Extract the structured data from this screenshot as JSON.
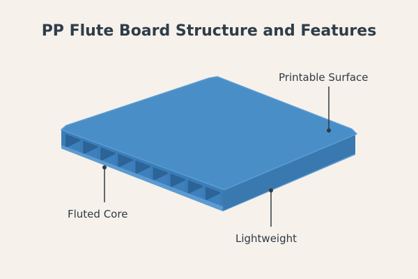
{
  "title": "PP Flute Board Structure and Features",
  "labels": {
    "printable_surface": "Printable Surface",
    "fluted_core": "Fluted Core",
    "lightweight": "Lightweight"
  },
  "colors": {
    "top_face": "#4a8ec8",
    "side_face": "#3b7db8",
    "flute_dark": "#2c6497",
    "background": "#f6f1ea",
    "leader": "#2e3a45"
  }
}
